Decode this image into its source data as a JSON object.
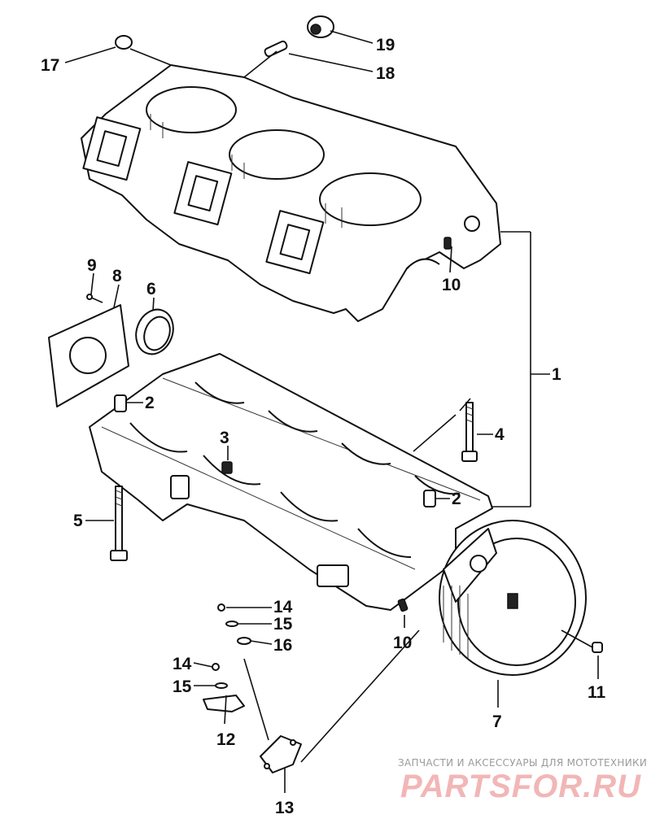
{
  "diagram": {
    "parts": [
      {
        "id": "upper-crankcase",
        "callout": "1"
      },
      {
        "id": "dowel-pin-a",
        "callout": "2"
      },
      {
        "id": "dowel-pin-b",
        "callout": "2"
      },
      {
        "id": "plug",
        "callout": "3"
      },
      {
        "id": "long-bolt-right",
        "callout": "4"
      },
      {
        "id": "long-bolt-left",
        "callout": "5"
      },
      {
        "id": "seal-ring",
        "callout": "6"
      },
      {
        "id": "flywheel-housing",
        "callout": "7"
      },
      {
        "id": "cover-plate",
        "callout": "8"
      },
      {
        "id": "plate-screw",
        "callout": "9"
      },
      {
        "id": "stud-upper",
        "callout": "10"
      },
      {
        "id": "stud-lower",
        "callout": "10"
      },
      {
        "id": "housing-bolt",
        "callout": "11"
      },
      {
        "id": "bracket",
        "callout": "12"
      },
      {
        "id": "cap",
        "callout": "13"
      },
      {
        "id": "screw-a",
        "callout": "14"
      },
      {
        "id": "screw-b",
        "callout": "14"
      },
      {
        "id": "washer-a",
        "callout": "15"
      },
      {
        "id": "washer-b",
        "callout": "15"
      },
      {
        "id": "washer-c",
        "callout": "16"
      },
      {
        "id": "small-plug",
        "callout": "17"
      },
      {
        "id": "pin",
        "callout": "18"
      },
      {
        "id": "bearing",
        "callout": "19"
      }
    ]
  },
  "watermark": {
    "caption": "ЗАПЧАСТИ И АКСЕССУАРЫ ДЛЯ МОТОТЕХНИКИ",
    "logo": "PARTSFOR.RU"
  }
}
